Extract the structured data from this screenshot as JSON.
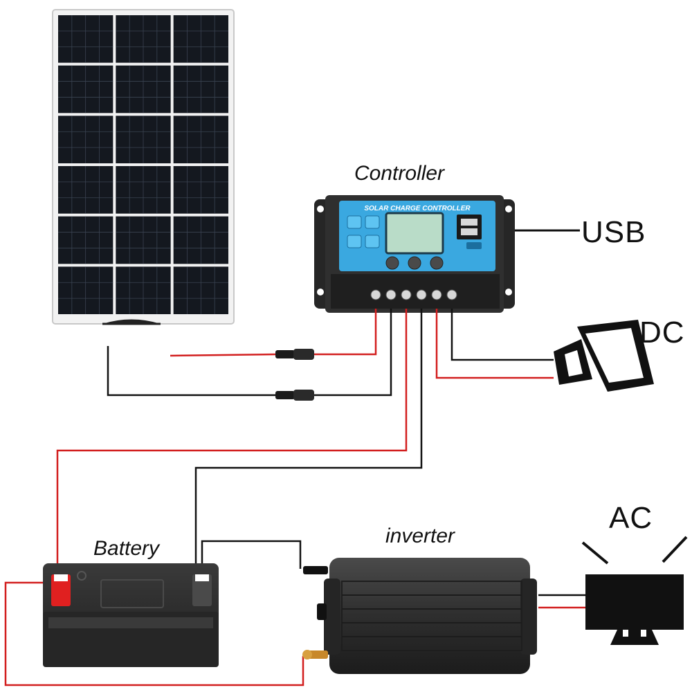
{
  "labels": {
    "controller": "Controller",
    "battery": "Battery",
    "inverter": "inverter",
    "usb": "USB",
    "dc": "DC",
    "ac": "AC",
    "controller_panel_title": "SOLAR CHARGE CONTROLLER"
  },
  "colors": {
    "wire_positive": "#d21e1e",
    "wire_negative": "#111111",
    "controller_face": "#3aa8e0",
    "controller_body": "#2a2a2a",
    "panel_cell": "#14181f",
    "battery_positive": "#e02020"
  },
  "icons": [
    "solar-panel-icon",
    "charge-controller-icon",
    "dc-lamp-icon",
    "battery-icon",
    "inverter-icon",
    "ac-monitor-icon"
  ]
}
